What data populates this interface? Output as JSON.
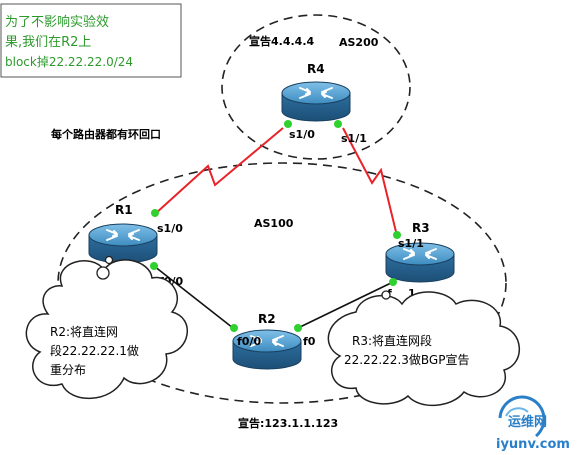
{
  "note_box": {
    "lines": [
      "为了不影响实验效",
      "果,我们在R2上",
      "block掉22.22.22.0/24"
    ]
  },
  "as200": {
    "label": "AS200",
    "announce": "宣告4.4.4.4"
  },
  "as100": {
    "label": "AS100",
    "announce": "宣告:123.1.1.123"
  },
  "loopback_note": "每个路由器都有环回口",
  "routers": {
    "r1": {
      "name": "R1"
    },
    "r2": {
      "name": "R2"
    },
    "r3": {
      "name": "R3"
    },
    "r4": {
      "name": "R4"
    }
  },
  "interfaces": {
    "r4_s10": "s1/0",
    "r4_s11": "s1/1",
    "r1_s10": "s1/0",
    "r1_f00": "f0/0",
    "r2_f00": "f0/0",
    "r2_f0": "f0",
    "r3_s11": "s1/1",
    "r3_f": "f",
    "r3_1": "1"
  },
  "cloud_r2": {
    "lines": [
      "R2:将直连网",
      "段22.22.22.1做",
      "重分布"
    ]
  },
  "cloud_r3": {
    "lines": [
      "R3:将直连网段",
      "22.22.22.3做BGP宣告"
    ]
  },
  "watermark": {
    "text": "运维网",
    "url": "iyunv.com"
  },
  "colors": {
    "note_text": "#2e9a2e",
    "serial_link": "#e8232a",
    "port_dot": "#2fd12f",
    "router_body": "#2b6fa3",
    "router_top": "#4f9fcf",
    "watermark": "#2a7fc9"
  }
}
